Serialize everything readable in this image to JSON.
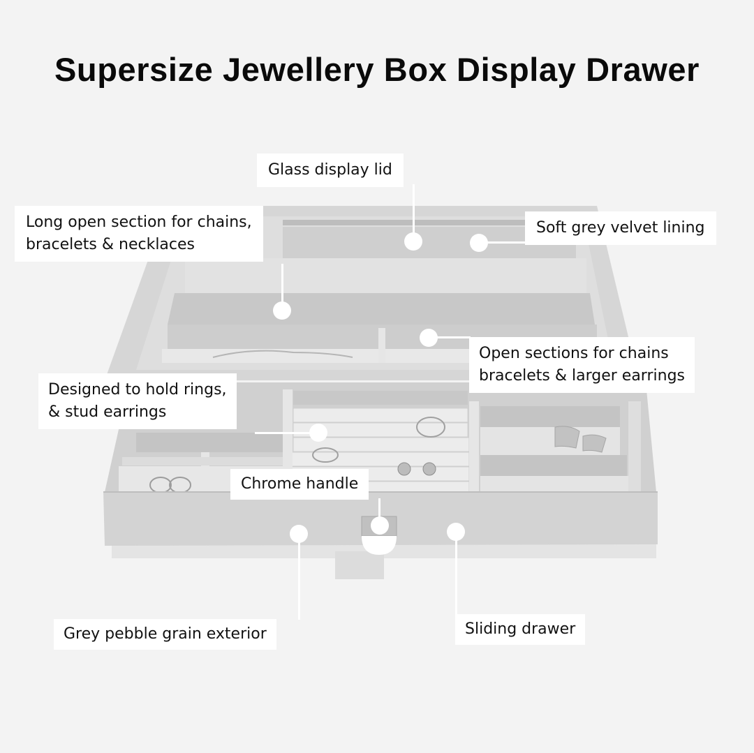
{
  "title": "Supersize Jewellery Box Display Drawer",
  "callouts": {
    "glass_lid": "Glass display lid",
    "long_section": [
      "Long open section for chains,",
      "bracelets & necklaces"
    ],
    "velvet": "Soft grey velvet lining",
    "open_sections": [
      "Open sections for chains",
      "bracelets & larger earrings"
    ],
    "rings": [
      "Designed to hold rings,",
      "& stud earrings"
    ],
    "chrome_handle": "Chrome handle",
    "exterior": "Grey pebble grain exterior",
    "sliding_drawer": "Sliding drawer"
  },
  "colors": {
    "background": "#f3f3f3",
    "box_exterior": "#d2d2d2",
    "velvet": "#c9c9c9",
    "cushion": "#e6e6e6",
    "callout": "#ffffff"
  }
}
